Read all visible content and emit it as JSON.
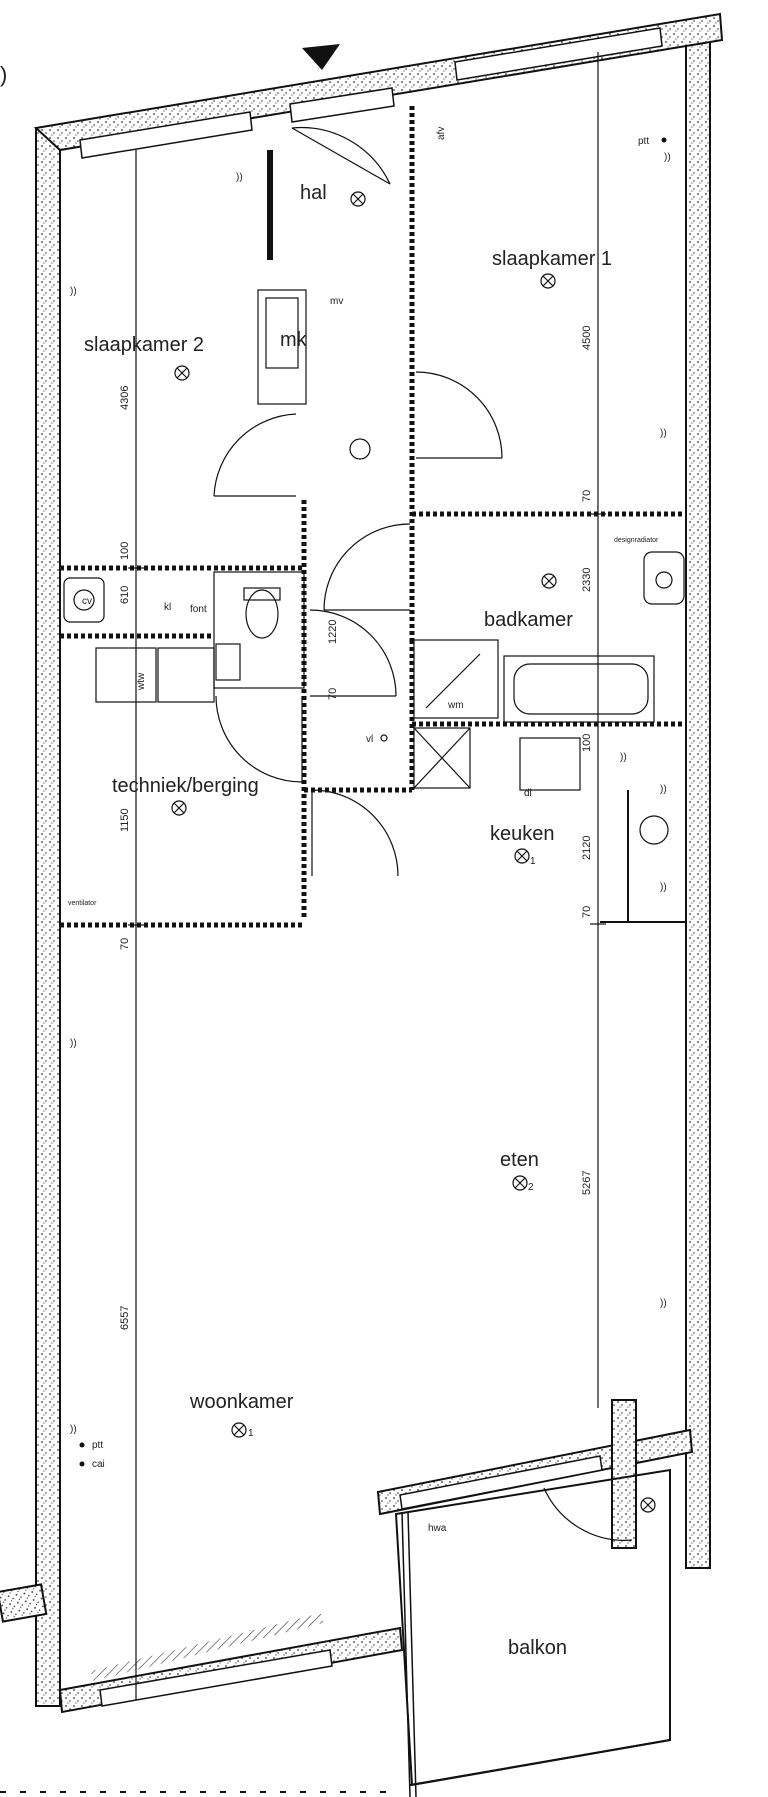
{
  "rooms": {
    "hal": "hal",
    "slaapkamer1": "slaapkamer 1",
    "slaapkamer2": "slaapkamer 2",
    "mk": "mk",
    "badkamer": "badkamer",
    "techniek": "techniek/berging",
    "keuken": "keuken",
    "eten": "eten",
    "woonkamer": "woonkamer",
    "balkon": "balkon"
  },
  "dimensions": {
    "d4500": "4500",
    "d4306": "4306",
    "d2330": "2330",
    "d1220": "1220",
    "d2120": "2120",
    "d5267": "5267",
    "d6557": "6557",
    "d1150": "1150",
    "d70a": "70",
    "d70b": "70",
    "d70c": "70",
    "d70d": "70",
    "d100a": "100",
    "d100b": "100",
    "d610": "610"
  },
  "labels": {
    "ptt_top": "ptt",
    "ptt_bottom": "ptt",
    "cai": "cai",
    "vl": "vl",
    "hwa": "hwa",
    "ventilator": "ventilator",
    "designradiator": "designradiator",
    "mv": "mv",
    "wm": "wm",
    "cv": "cv",
    "fontein": "font",
    "dl": "dl",
    "kl": "kl",
    "wtw": "wtw",
    "afv": "afv",
    "num1a": "1",
    "num2": "2",
    "num1b": "1",
    "paren": ")"
  }
}
